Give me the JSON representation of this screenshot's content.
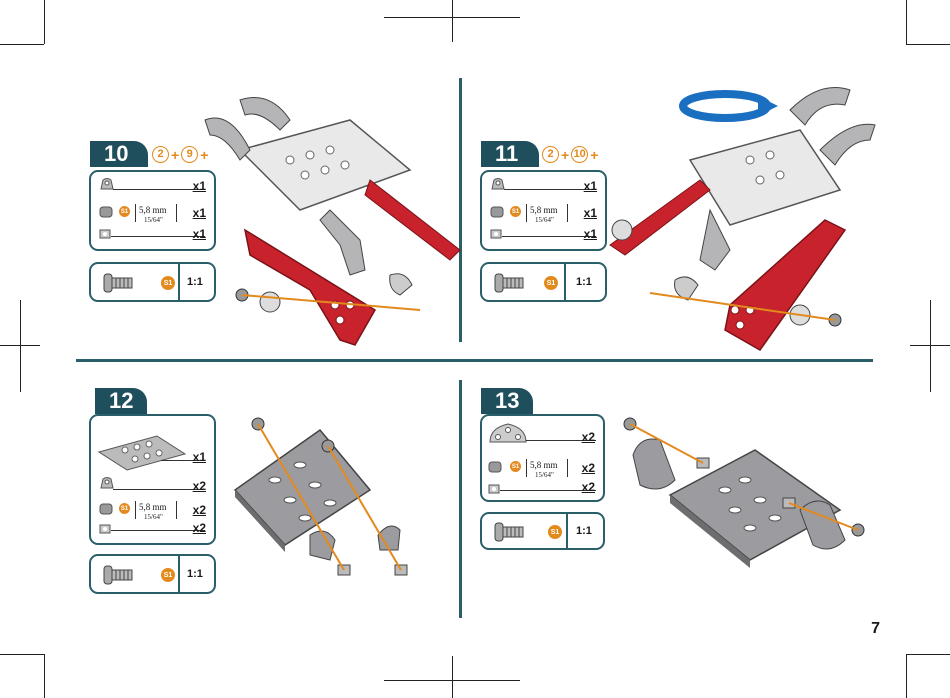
{
  "page_number": "7",
  "colors": {
    "teal": "#1f4f5c",
    "orange": "#e38a1e",
    "red": "#c8232c",
    "metal": "#a8a8a8"
  },
  "steps": [
    {
      "number": "10",
      "refs": [
        "2",
        "9"
      ],
      "plus": "+",
      "parts": {
        "qty1": "x1",
        "qty2": "x1",
        "qty3": "x1",
        "badge": "S1",
        "length": "5,8 mm",
        "inch": "15/64\""
      },
      "scale": {
        "badge": "S1",
        "ratio": "1:1"
      }
    },
    {
      "number": "11",
      "refs": [
        "2",
        "10"
      ],
      "plus": "+",
      "parts": {
        "qty1": "x1",
        "qty2": "x1",
        "qty3": "x1",
        "badge": "S1",
        "length": "5,8 mm",
        "inch": "15/64\""
      },
      "scale": {
        "badge": "S1",
        "ratio": "1:1"
      }
    },
    {
      "number": "12",
      "parts": {
        "qty0": "x1",
        "qty1": "x2",
        "qty2": "x2",
        "qty3": "x2",
        "badge": "S1",
        "length": "5,8 mm",
        "inch": "15/64\""
      },
      "scale": {
        "badge": "S1",
        "ratio": "1:1"
      }
    },
    {
      "number": "13",
      "parts": {
        "qty1": "x2",
        "qty2": "x2",
        "qty3": "x2",
        "badge": "S1",
        "length": "5,8 mm",
        "inch": "15/64\""
      },
      "scale": {
        "badge": "S1",
        "ratio": "1:1"
      }
    }
  ]
}
